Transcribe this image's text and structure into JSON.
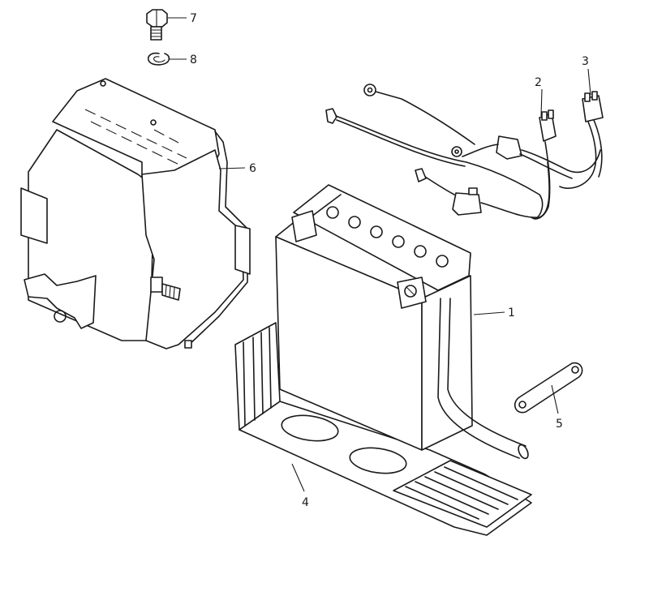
{
  "callouts": {
    "battery": "1",
    "wire_left": "2",
    "wire_right": "3",
    "tray": "4",
    "strap": "5",
    "cover": "6",
    "bolt": "7",
    "washer": "8"
  }
}
